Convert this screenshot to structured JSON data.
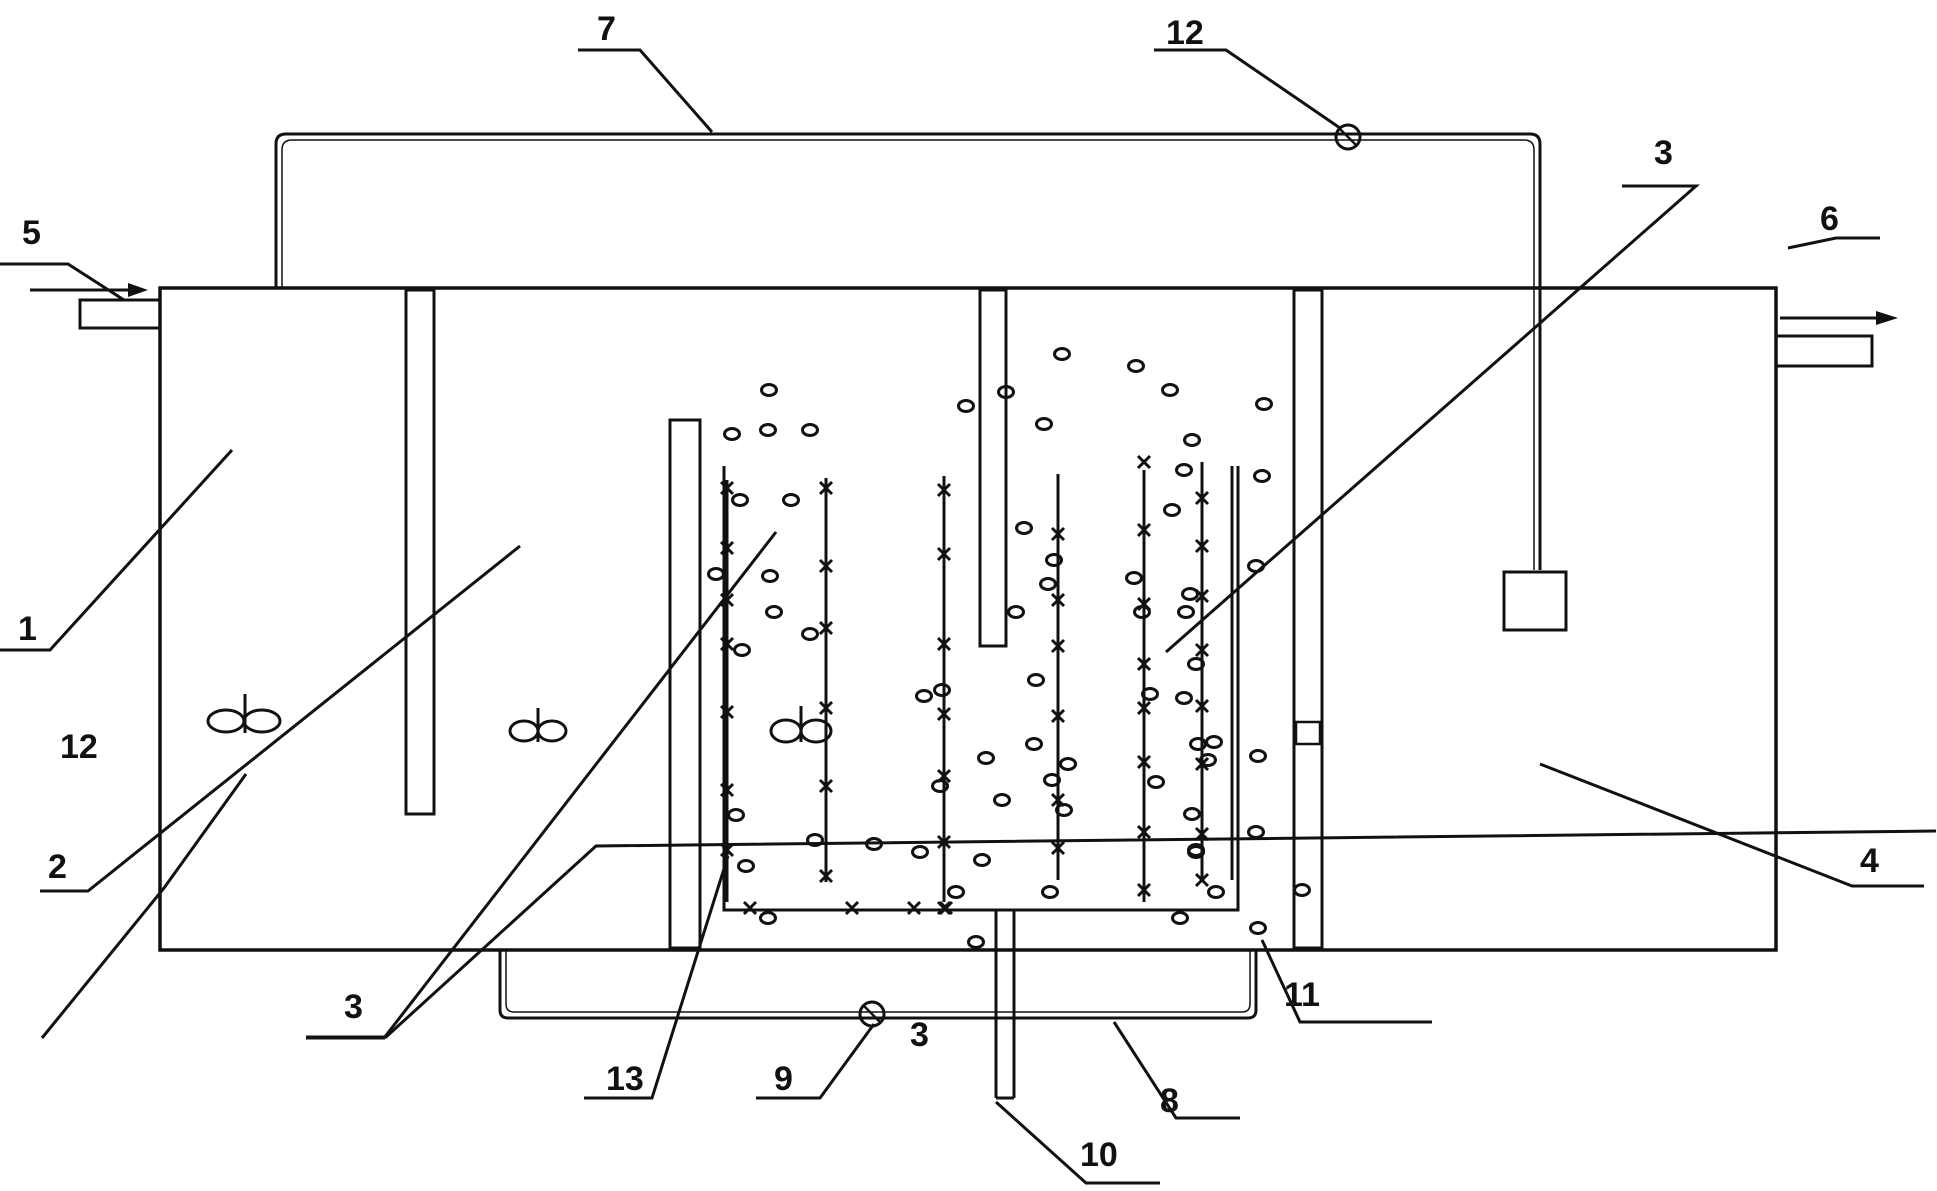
{
  "diagram": {
    "stroke_color": "#111111",
    "background": "#ffffff",
    "labels": {
      "tank_1": "1",
      "zone_2": "2",
      "zone_3_mid": "3",
      "zone_3_right": "3",
      "tank_4": "4",
      "inlet_5": "5",
      "outlet_6": "6",
      "pipe_7": "7",
      "pipe_8": "8",
      "valve_9": "9",
      "pipe_10": "10",
      "wall_11": "11",
      "valve_12_top": "12",
      "mixer_12": "12",
      "carrier_13": "13",
      "valve_9_tag": "3"
    }
  }
}
